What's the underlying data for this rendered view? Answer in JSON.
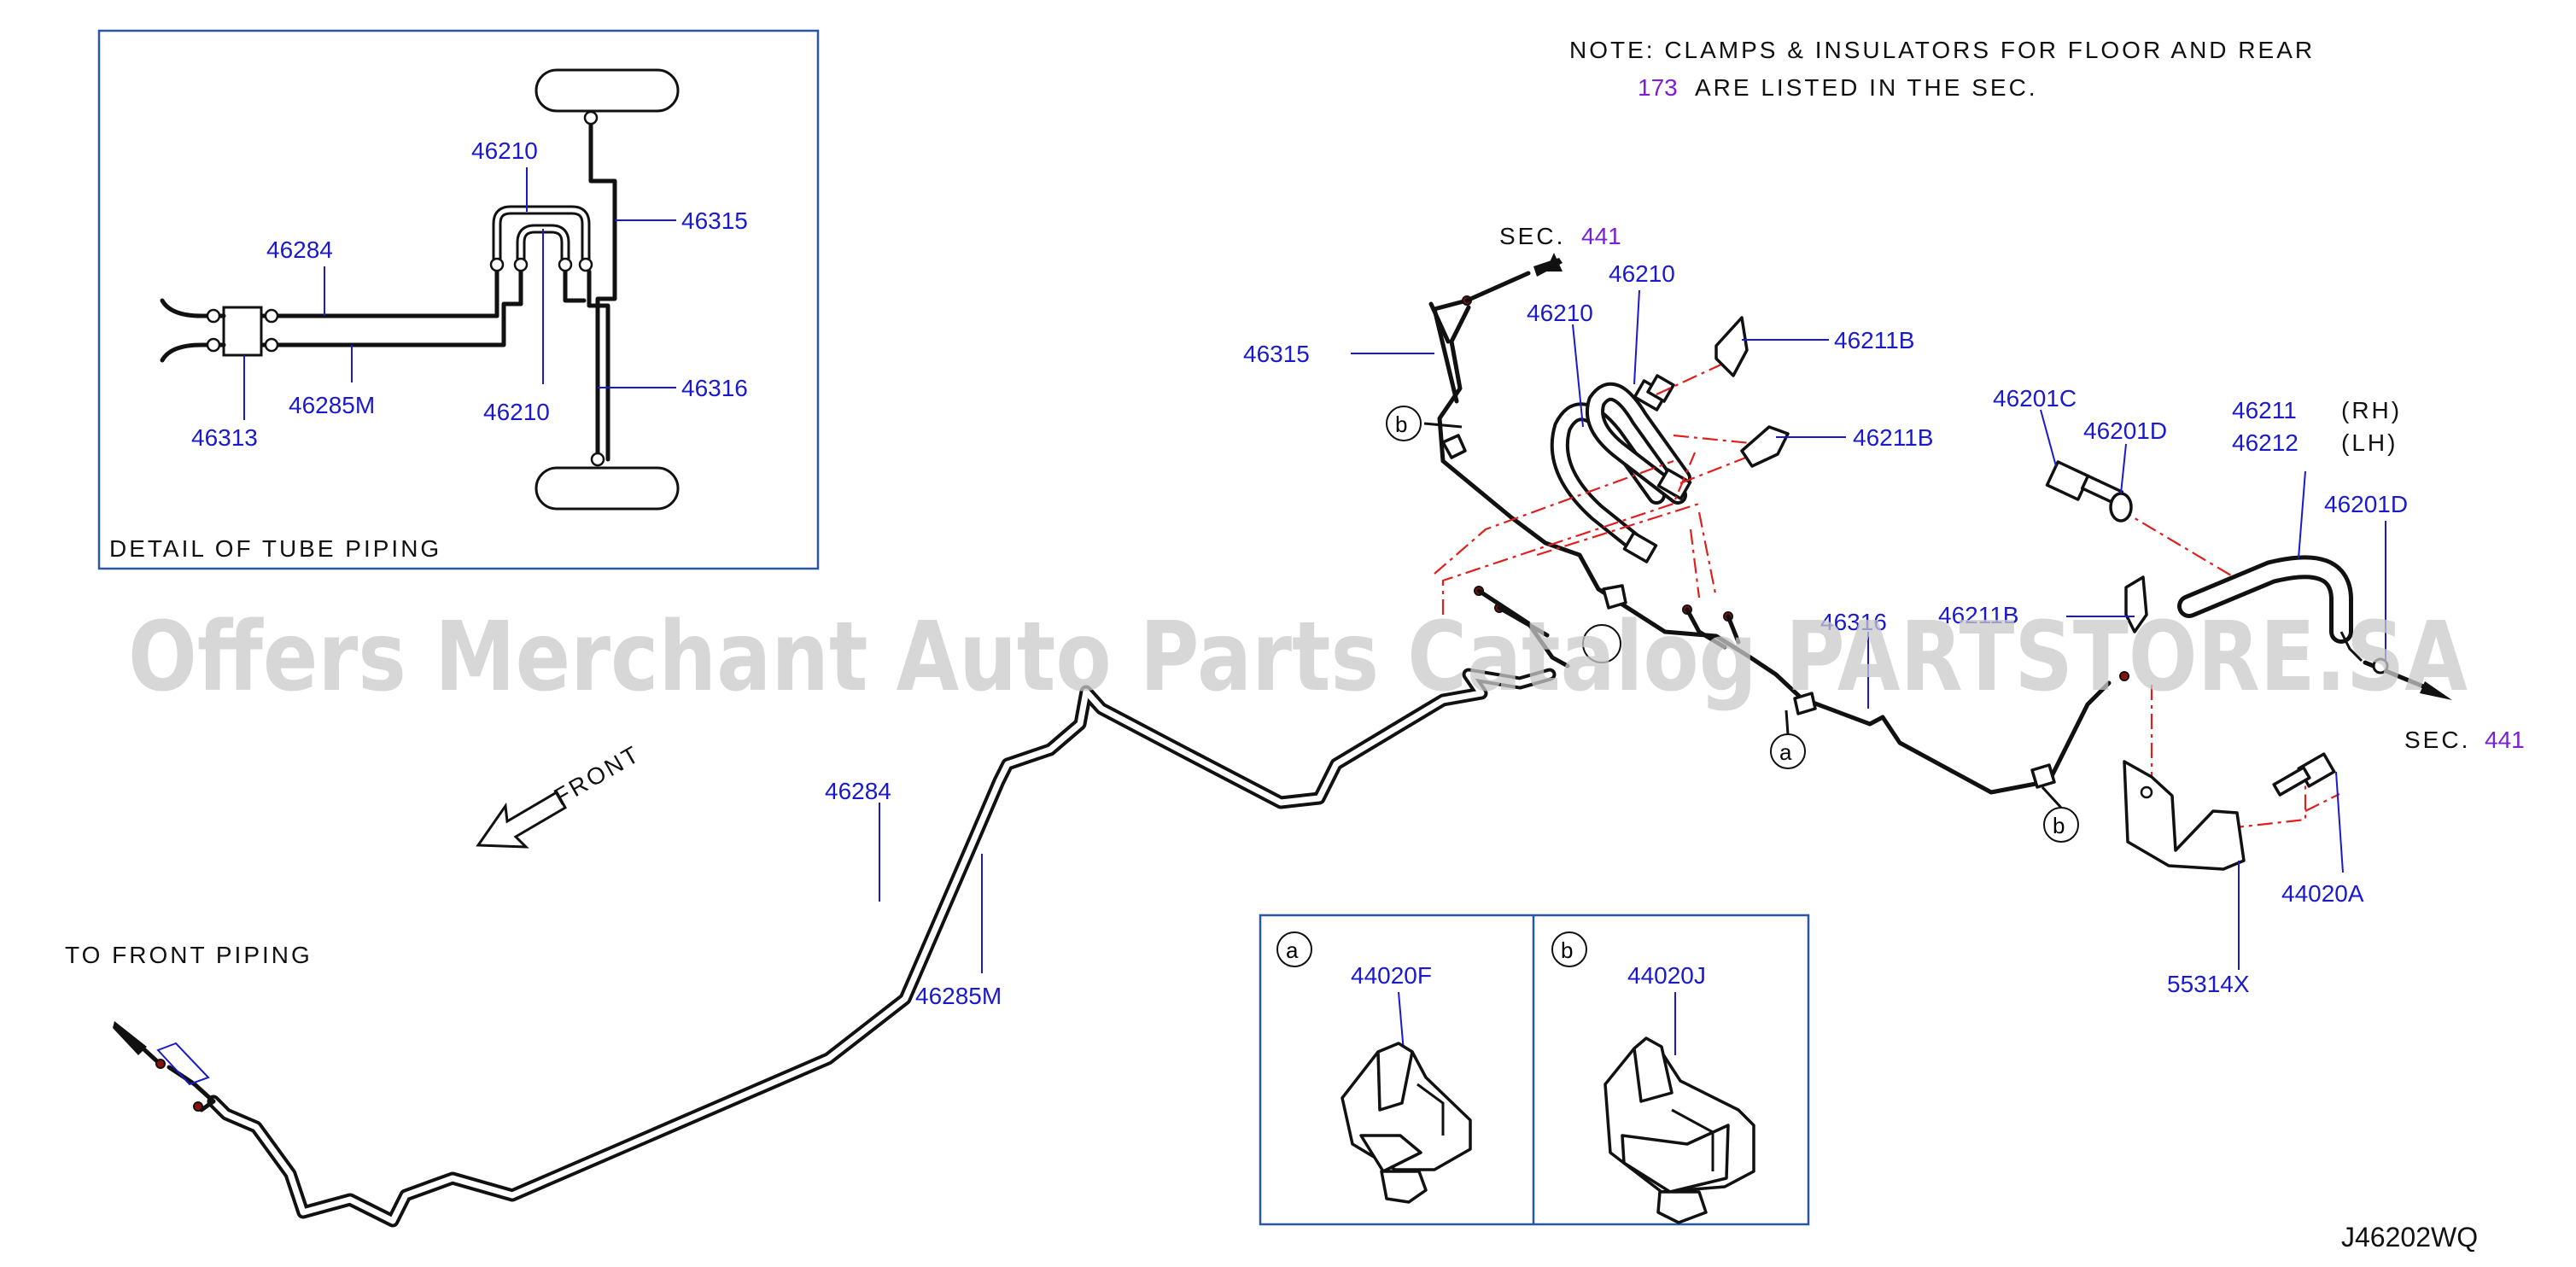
{
  "note": {
    "line1": "NOTE:  CLAMPS  &  INSULATORS  FOR  FLOOR  AND  REAR",
    "line2_ref": "173",
    "line2_text": "ARE  LISTED  IN  THE  SEC."
  },
  "watermark": "Offers Merchant Auto Parts Catalog PARTSTORE.SA",
  "detail": {
    "title": "DETAIL  OF  TUBE  PIPING",
    "labels": [
      "46210",
      "46284",
      "46315",
      "46285M",
      "46210",
      "46316",
      "46313"
    ]
  },
  "sec_refs": {
    "sec_label": "SEC.",
    "top": "441",
    "right": "441"
  },
  "main_labels": {
    "l46315": "46315",
    "l46210a": "46210",
    "l46210b": "46210",
    "l46211B_1": "46211B",
    "l46211B_2": "46211B",
    "l46211B_3": "46211B",
    "l46201C": "46201C",
    "l46201D_1": "46201D",
    "l46201D_2": "46201D",
    "l46211": "46211",
    "l46212": "46212",
    "rh": "(RH)",
    "lh": "(LH)",
    "l46316": "46316",
    "l46284": "46284",
    "l46285M": "46285M",
    "l44020A": "44020A",
    "l55314X": "55314X"
  },
  "callouts": {
    "a": "a",
    "b": "b"
  },
  "front": "FRONT",
  "to_front": "TO  FRONT  PIPING",
  "clip_box": {
    "a_letter": "a",
    "a_part": "44020F",
    "b_letter": "b",
    "b_part": "44020J"
  },
  "diagram_code": "J46202WQ",
  "colors": {
    "label_blue": "#1a1acc",
    "ref_purple": "#7a1fd6",
    "centerline_red": "#e01e1e",
    "box_blue": "#2a55a8"
  }
}
